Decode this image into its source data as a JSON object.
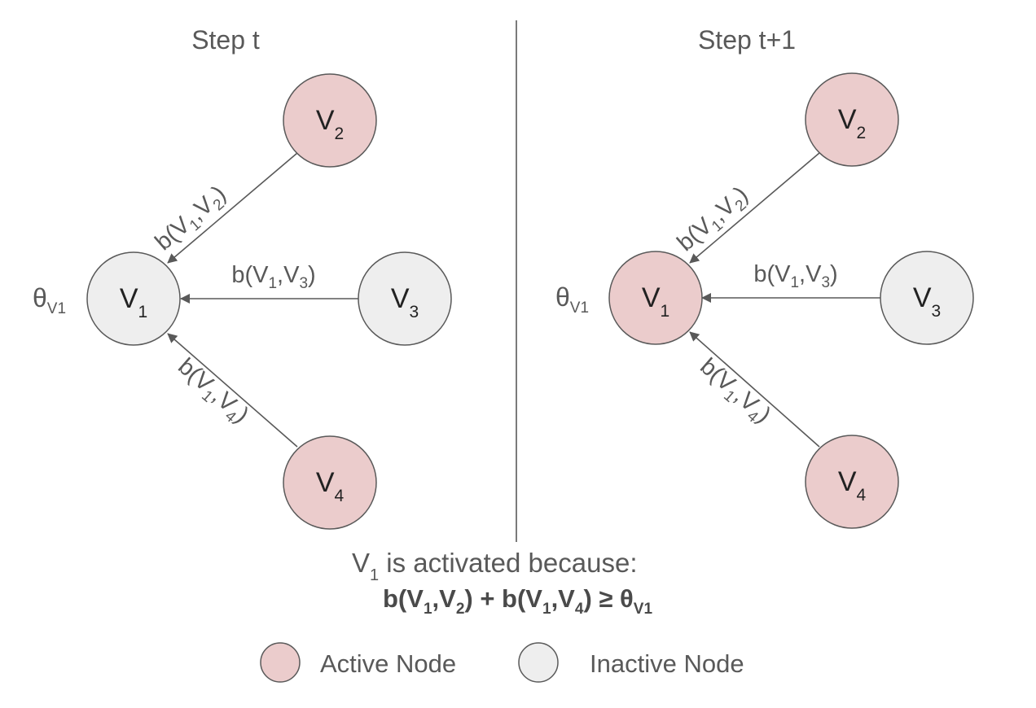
{
  "colors": {
    "active": "#ebcccc",
    "inactive": "#eeeeee",
    "stroke": "#595959",
    "text": "#595959"
  },
  "panels": [
    {
      "title": "Step t",
      "theta": {
        "symbol": "θ",
        "sub": "V1"
      },
      "nodes": [
        {
          "id": "V1",
          "base": "V",
          "sub": "1",
          "state": "inactive"
        },
        {
          "id": "V2",
          "base": "V",
          "sub": "2",
          "state": "active"
        },
        {
          "id": "V3",
          "base": "V",
          "sub": "3",
          "state": "inactive"
        },
        {
          "id": "V4",
          "base": "V",
          "sub": "4",
          "state": "active"
        }
      ],
      "edges": [
        {
          "from": "V2",
          "to": "V1",
          "label": {
            "a": "b(V",
            "b": "1",
            "c": ",V",
            "d": "2",
            "e": ")"
          }
        },
        {
          "from": "V3",
          "to": "V1",
          "label": {
            "a": "b(V",
            "b": "1",
            "c": ",V",
            "d": "3",
            "e": ")"
          }
        },
        {
          "from": "V4",
          "to": "V1",
          "label": {
            "a": "b(V",
            "b": "1",
            "c": ",V",
            "d": "4",
            "e": ")"
          }
        }
      ]
    },
    {
      "title": "Step t+1",
      "theta": {
        "symbol": "θ",
        "sub": "V1"
      },
      "nodes": [
        {
          "id": "V1",
          "base": "V",
          "sub": "1",
          "state": "active"
        },
        {
          "id": "V2",
          "base": "V",
          "sub": "2",
          "state": "active"
        },
        {
          "id": "V3",
          "base": "V",
          "sub": "3",
          "state": "inactive"
        },
        {
          "id": "V4",
          "base": "V",
          "sub": "4",
          "state": "active"
        }
      ],
      "edges": [
        {
          "from": "V2",
          "to": "V1",
          "label": {
            "a": "b(V",
            "b": "1",
            "c": ",V",
            "d": "2",
            "e": ")"
          }
        },
        {
          "from": "V3",
          "to": "V1",
          "label": {
            "a": "b(V",
            "b": "1",
            "c": ",V",
            "d": "3",
            "e": ")"
          }
        },
        {
          "from": "V4",
          "to": "V1",
          "label": {
            "a": "b(V",
            "b": "1",
            "c": ",V",
            "d": "4",
            "e": ")"
          }
        }
      ]
    }
  ],
  "caption": {
    "line1": {
      "base": "V",
      "sub": "1",
      "rest": " is activated because:"
    },
    "formula": {
      "p1": "b(V",
      "s1": "1",
      "p2": ",V",
      "s2": "2",
      "p3": ") + b(V",
      "s3": "1",
      "p4": ",V",
      "s4": "4",
      "p5": ") ≥ θ",
      "s5": "V1"
    }
  },
  "legend": {
    "active_label": "Active Node",
    "inactive_label": "Inactive Node"
  }
}
